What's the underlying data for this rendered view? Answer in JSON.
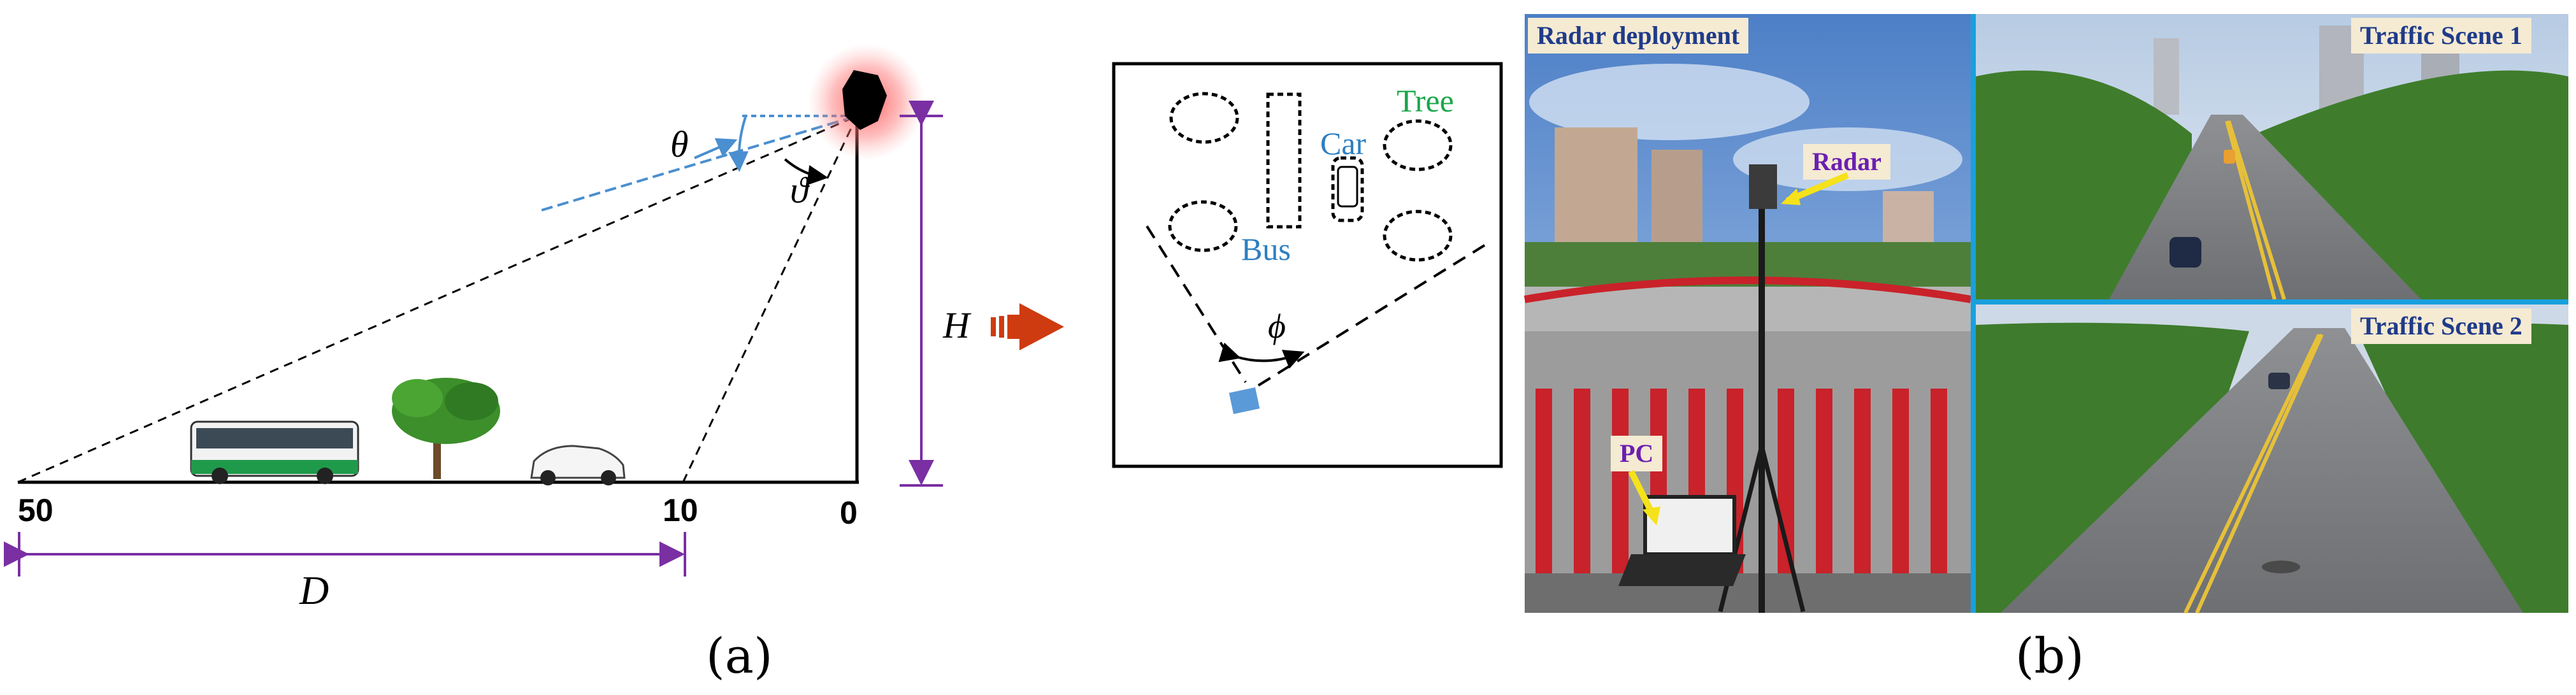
{
  "panel_a": {
    "labels": {
      "theta": "θ",
      "vartheta": "ϑ",
      "H": "H",
      "D": "D",
      "tick_50": "50",
      "tick_10": "10",
      "tick_0": "0"
    },
    "inset": {
      "tree": "Tree",
      "car": "Car",
      "bus": "Bus",
      "phi": "ϕ"
    },
    "caption": "(a)",
    "colors": {
      "purple": "#7a2fa3",
      "blue": "#4a8fd0",
      "arrow": "#cf3b10",
      "green": "#1aa64a",
      "car_blue": "#2d7fc1"
    }
  },
  "panel_b": {
    "photo_labels": {
      "radar_deployment": "Radar deployment",
      "traffic_scene_1": "Traffic Scene 1",
      "traffic_scene_2": "Traffic Scene 2",
      "radar": "Radar",
      "pc": "PC"
    },
    "caption": "(b)"
  }
}
